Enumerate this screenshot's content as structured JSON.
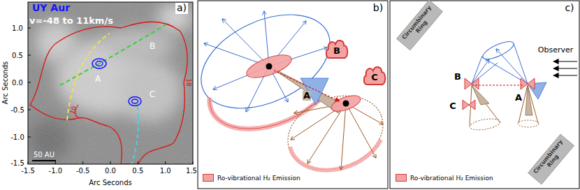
{
  "diagram": {
    "nodes": [
      {
        "text": [
          "B"
        ]
      },
      {
        "text": [
          "C"
        ]
      },
      {
        "text": [
          "Circumbinary Ring"
        ]
      },
      {
        "text": [
          "Circumbinary Ring"
        ]
      }
    ],
    "labels": [
      "UY Aur",
      "v=-48 to 11km/s",
      "a)",
      "B",
      "A",
      "C",
      "50 AU",
      "10",
      "18",
      "-1.5",
      "-1.0",
      "-0.5",
      "0.0",
      "0.5",
      "1.0",
      "1.5",
      "1.0",
      "0.5",
      "0.0",
      "-0.5",
      "-1.0",
      "-1.5",
      "Arc Seconds",
      "Arc Seconds",
      "b)",
      "A",
      "B",
      "C",
      "A",
      "Observer",
      "c)"
    ],
    "legend": [
      {
        "text": "Ro-vibrational H₂ Emission",
        "color": "#f4a3a3"
      },
      {
        "text": "Ro-vibrational H₂ Emission",
        "color": "#f4a3a3"
      }
    ]
  }
}
